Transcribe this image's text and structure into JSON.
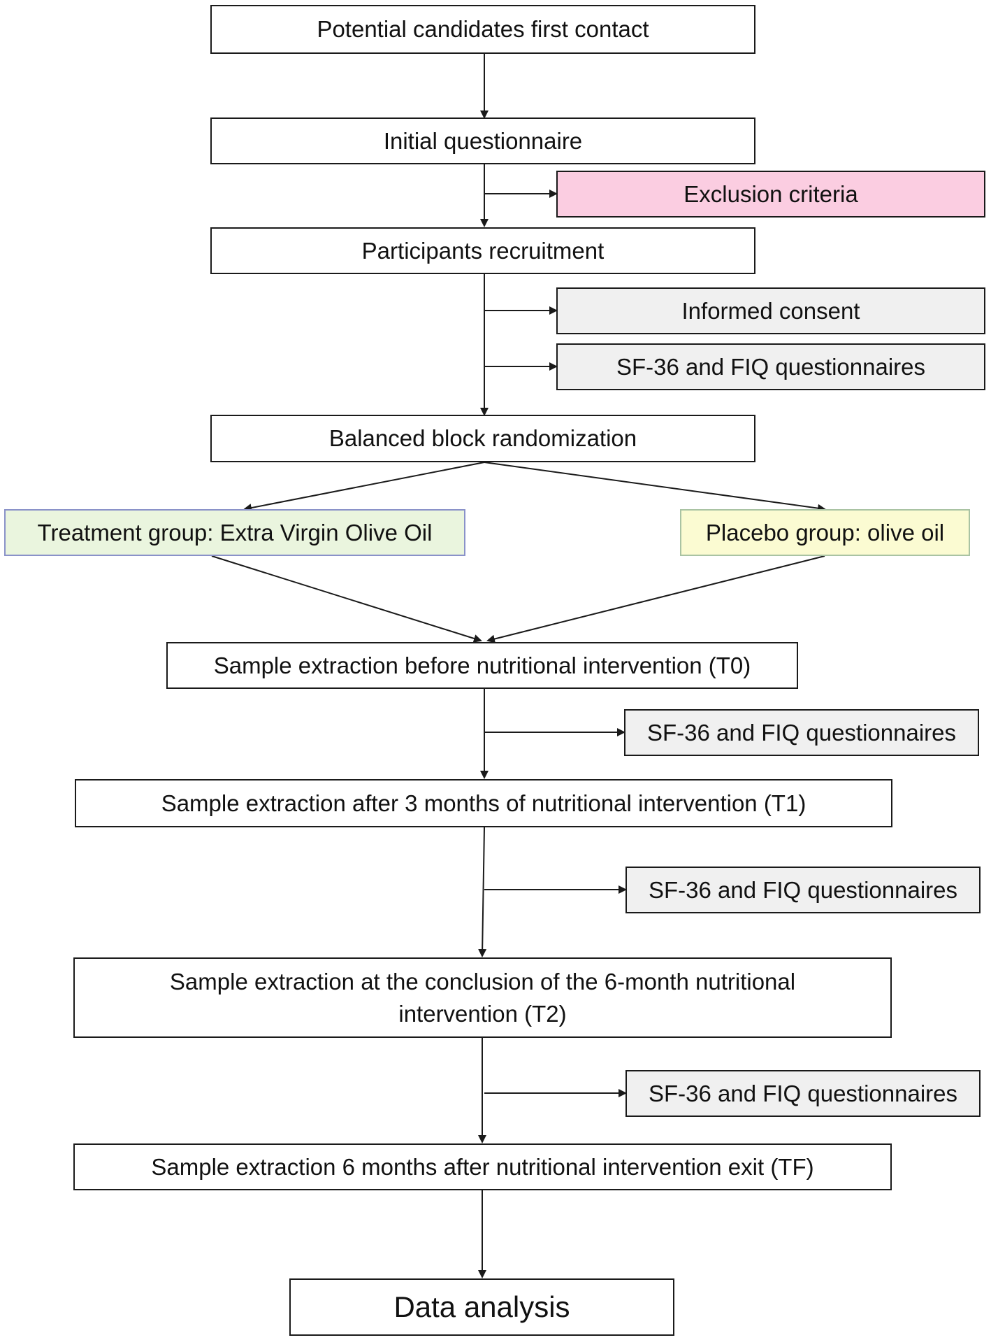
{
  "flowchart": {
    "first_contact": "Potential candidates first contact",
    "initial_questionnaire": "Initial questionnaire",
    "exclusion_criteria": "Exclusion criteria",
    "participants_recruitment": "Participants recruitment",
    "informed_consent": "Informed consent",
    "questionnaires_1": "SF-36 and FIQ questionnaires",
    "randomization": "Balanced block randomization",
    "treatment_group": "Treatment group: Extra Virgin Olive Oil",
    "placebo_group": "Placebo group: olive oil",
    "sample_t0": "Sample extraction before nutritional intervention (T0)",
    "questionnaires_2": "SF-36 and FIQ questionnaires",
    "sample_t1": "Sample extraction after 3 months of nutritional intervention (T1)",
    "questionnaires_3": "SF-36 and FIQ questionnaires",
    "sample_t2": "Sample extraction at the conclusion of the 6-month nutritional intervention (T2)",
    "questionnaires_4": "SF-36 and FIQ questionnaires",
    "sample_tf": "Sample extraction 6 months after nutritional intervention exit (TF)",
    "data_analysis": "Data analysis"
  },
  "colors": {
    "exclusion_fill": "#fbcde1",
    "side_fill": "#f0f0f0",
    "treatment_fill": "#eaf5de",
    "placebo_fill": "#fbfbd2",
    "line": "#1a1a1a"
  }
}
